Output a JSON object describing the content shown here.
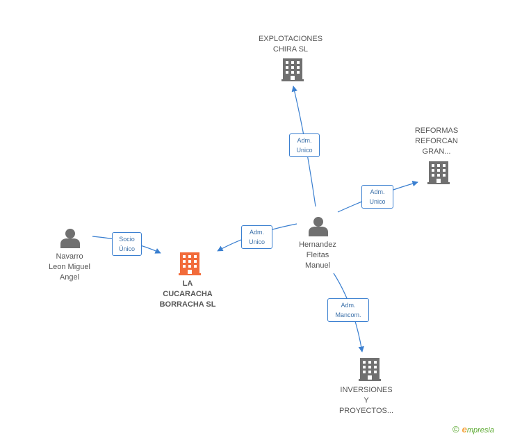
{
  "nodes": {
    "center": {
      "label": "LA\nCUCARACHA\nBORRACHA SL"
    },
    "explotaciones": {
      "label": "EXPLOTACIONES\nCHIRA  SL"
    },
    "reformas": {
      "label": "REFORMAS\nREFORCAN\nGRAN..."
    },
    "inversiones": {
      "label": "INVERSIONES\nY\nPROYECTOS..."
    },
    "hernandez": {
      "label": "Hernandez\nFleitas\nManuel"
    },
    "navarro": {
      "label": "Navarro\nLeon Miguel\nAngel"
    }
  },
  "edges": {
    "navarro_center": "Socio\nÚnico",
    "hernandez_center": "Adm.\nUnico",
    "hernandez_explotaciones": "Adm.\nUnico",
    "hernandez_reformas": "Adm.\nUnico",
    "hernandez_inversiones": "Adm.\nMancom."
  },
  "brand": {
    "copyright": "©",
    "first_letter": "e",
    "rest": "mpresia"
  },
  "colors": {
    "edge": "#3a7fd0",
    "company": "#707070",
    "main_company": "#f26b3a",
    "person": "#707070"
  }
}
